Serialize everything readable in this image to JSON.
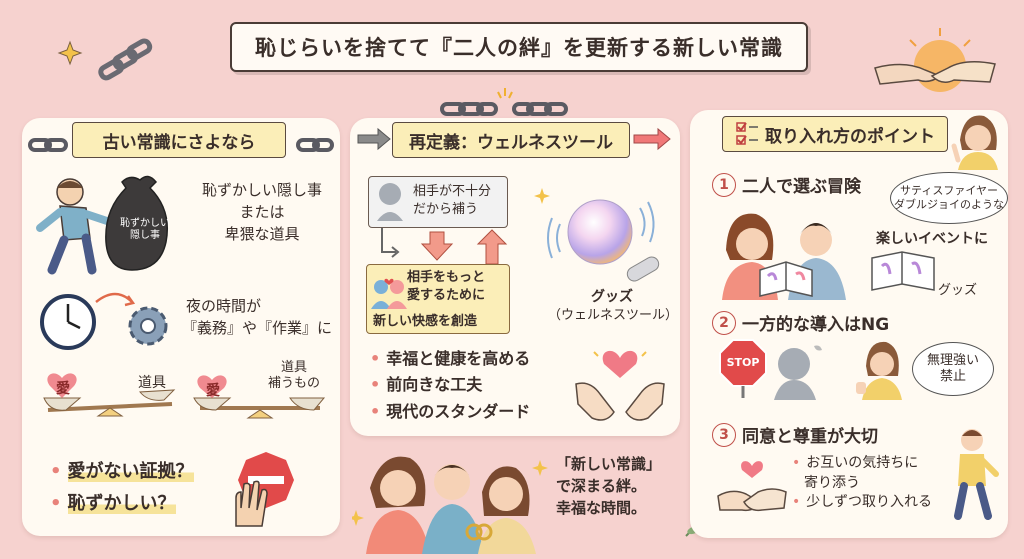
{
  "title": "恥じらいを捨てて『二人の絆』を更新する新しい常識",
  "left": {
    "header": "古い常識にさよなら",
    "bag_label": "恥ずかしい隠し事",
    "hidden_text": [
      "恥ずかしい隠し事",
      "または",
      "卑猥な道具"
    ],
    "night_text": [
      "夜の時間が",
      "『義務』や『作業』に"
    ],
    "scale1": {
      "love": "愛",
      "tool": "道具"
    },
    "scale2": {
      "love": "愛",
      "tool": [
        "道具",
        "補うもの"
      ]
    },
    "bullets": [
      "愛がない証拠？",
      "恥ずかしい？"
    ]
  },
  "middle": {
    "header": "再定義：ウェルネスツール",
    "box_top": [
      "相手が不十分",
      "だから補う"
    ],
    "box_bottom": [
      "相手をもっと",
      "愛するために",
      "新しい快感を創造"
    ],
    "goods_label": [
      "グッズ",
      "（ウェルネスツール）"
    ],
    "bullets": [
      "幸福と健康を高める",
      "前向きな工夫",
      "現代のスタンダード"
    ],
    "quote": [
      "「新しい常識」",
      "で深まる絆。",
      "幸福な時間。"
    ]
  },
  "right": {
    "header": "取り入れ方のポイント",
    "points": [
      {
        "num": "1",
        "label": "二人で選ぶ冒険"
      },
      {
        "num": "2",
        "label": "一方的な導入はNG"
      },
      {
        "num": "3",
        "label": "同意と尊重が大切"
      }
    ],
    "bubble1": [
      "サティスファイヤー",
      "ダブルジョイのような"
    ],
    "event_text": "楽しいイベントに",
    "goods_small": "グッズ",
    "stop_sign": "STOP",
    "bubble2": [
      "無理強い",
      "禁止"
    ],
    "consent_bullets": [
      [
        "お互いの気持ちに",
        "寄り添う"
      ],
      [
        "少しずつ取り入れる"
      ]
    ]
  },
  "colors": {
    "background": "#f6d2cf",
    "panel": "#fffaf2",
    "header": "#fbeeb8",
    "accent": "#e8827a"
  }
}
